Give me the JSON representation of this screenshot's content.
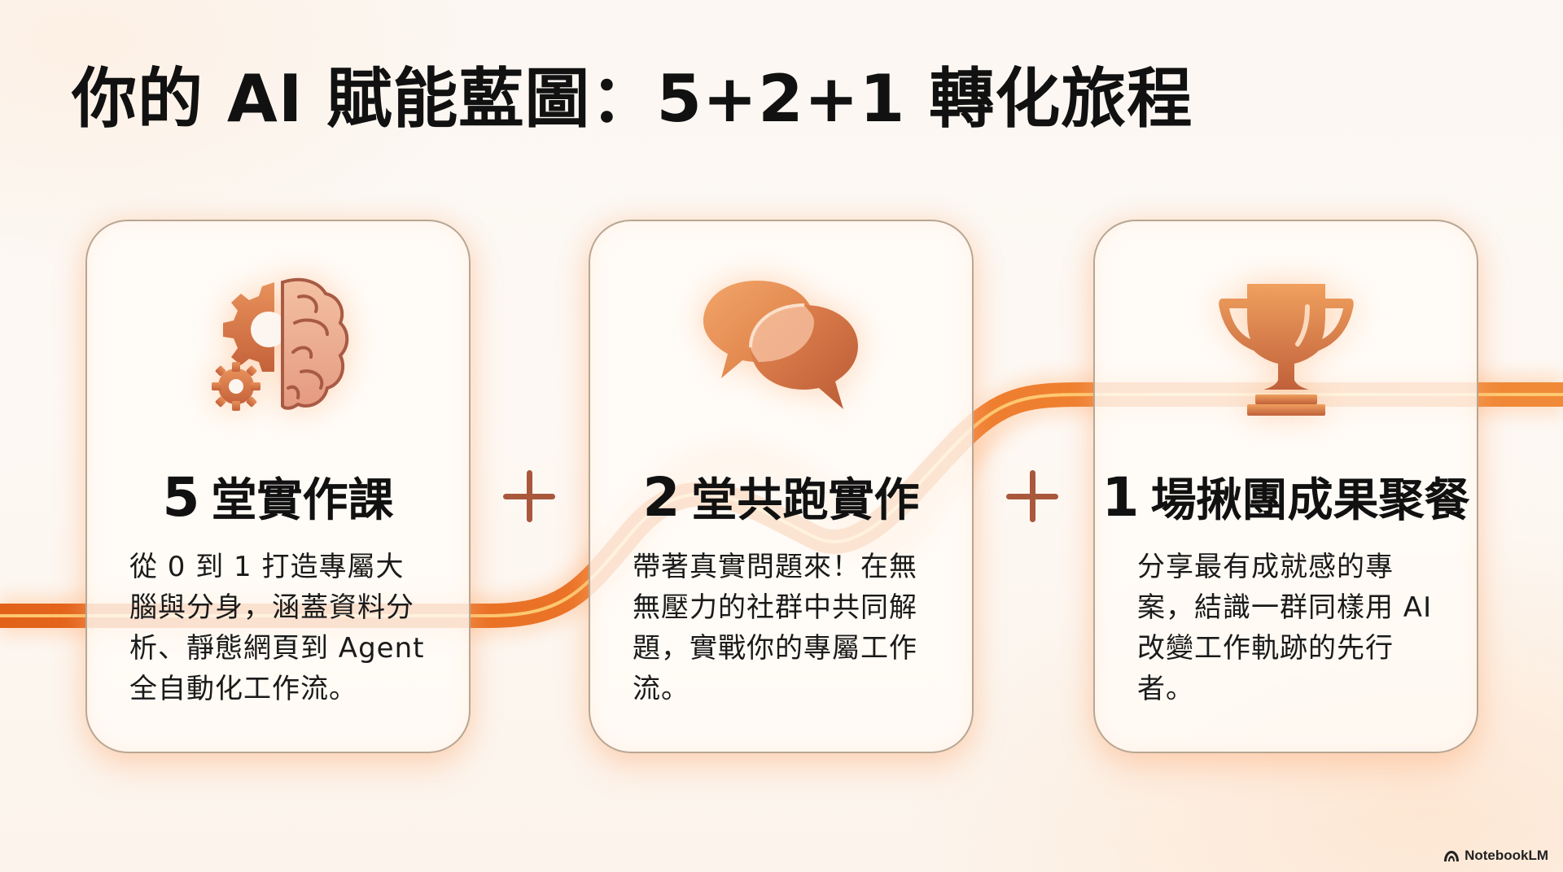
{
  "slide": {
    "title": "你的 AI 賦能藍圖：5+2+1 轉化旅程",
    "accent_color": "#e8702a",
    "plus_color": "#a9583c"
  },
  "cards": [
    {
      "icon": "gear-brain-icon",
      "number": "5",
      "heading": "堂實作課",
      "description_lines": [
        "從 0 到 1 打造專屬大",
        "腦與分身，涵蓋資料分",
        "析、靜態網頁到 Agent",
        "全自動化工作流。"
      ]
    },
    {
      "icon": "chat-bubbles-icon",
      "number": "2",
      "heading": "堂共跑實作",
      "description_lines": [
        "帶著真實問題來！在無",
        "無壓力的社群中共同解",
        "題，實戰你的專屬工作",
        "流。"
      ]
    },
    {
      "icon": "trophy-icon",
      "number": "1",
      "heading": "場揪團成果聚餐",
      "description_lines": [
        "分享最有成就感的專",
        "案，結識一群同樣用 AI",
        "改變工作軌跡的先行",
        "者。"
      ]
    }
  ],
  "connectors": [
    "+",
    "+"
  ],
  "watermark": {
    "label": "NotebookLM",
    "icon": "notebooklm-logo-icon"
  }
}
